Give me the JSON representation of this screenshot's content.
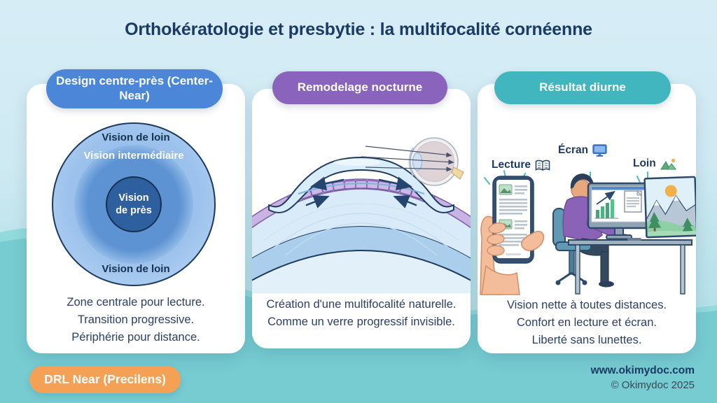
{
  "title": "Orthokératologie et presbytie : la multifocalité cornéenne",
  "cards": {
    "design": {
      "header": "Design centre-près (Center-Near)",
      "rings": {
        "outer_top": "Vision de loin",
        "middle": "Vision intermédiaire",
        "inner": "Vision de près",
        "outer_bottom": "Vision de loin"
      },
      "caption": [
        "Zone centrale pour lecture.",
        "Transition progressive.",
        "Périphérie pour distance."
      ]
    },
    "remodeling": {
      "header": "Remodelage nocturne",
      "caption": [
        "Création d'une multifocalité naturelle.",
        "Comme un verre progressif invisible."
      ]
    },
    "result": {
      "header": "Résultat diurne",
      "labels": {
        "reading": "Lecture",
        "screen": "Écran",
        "far": "Loin"
      },
      "caption": [
        "Vision nette à toutes distances.",
        "Confort en lecture et écran.",
        "Liberté sans lunettes."
      ]
    }
  },
  "footer": {
    "badge": "DRL Near (Precilens)",
    "website": "www.okimydoc.com",
    "copyright": "© Okimydoc 2025"
  },
  "icons": {
    "reading": "book-icon",
    "screen": "monitor-icon",
    "far": "mountain-icon"
  },
  "colors": {
    "pill_blue": "#4c86d9",
    "pill_purple": "#8a64bc",
    "pill_teal": "#41b6bf",
    "badge_orange": "#f4a156",
    "navy_text": "#1b3a66",
    "bg_top": "#d7edf6",
    "bg_teal": "#76ccd1"
  }
}
